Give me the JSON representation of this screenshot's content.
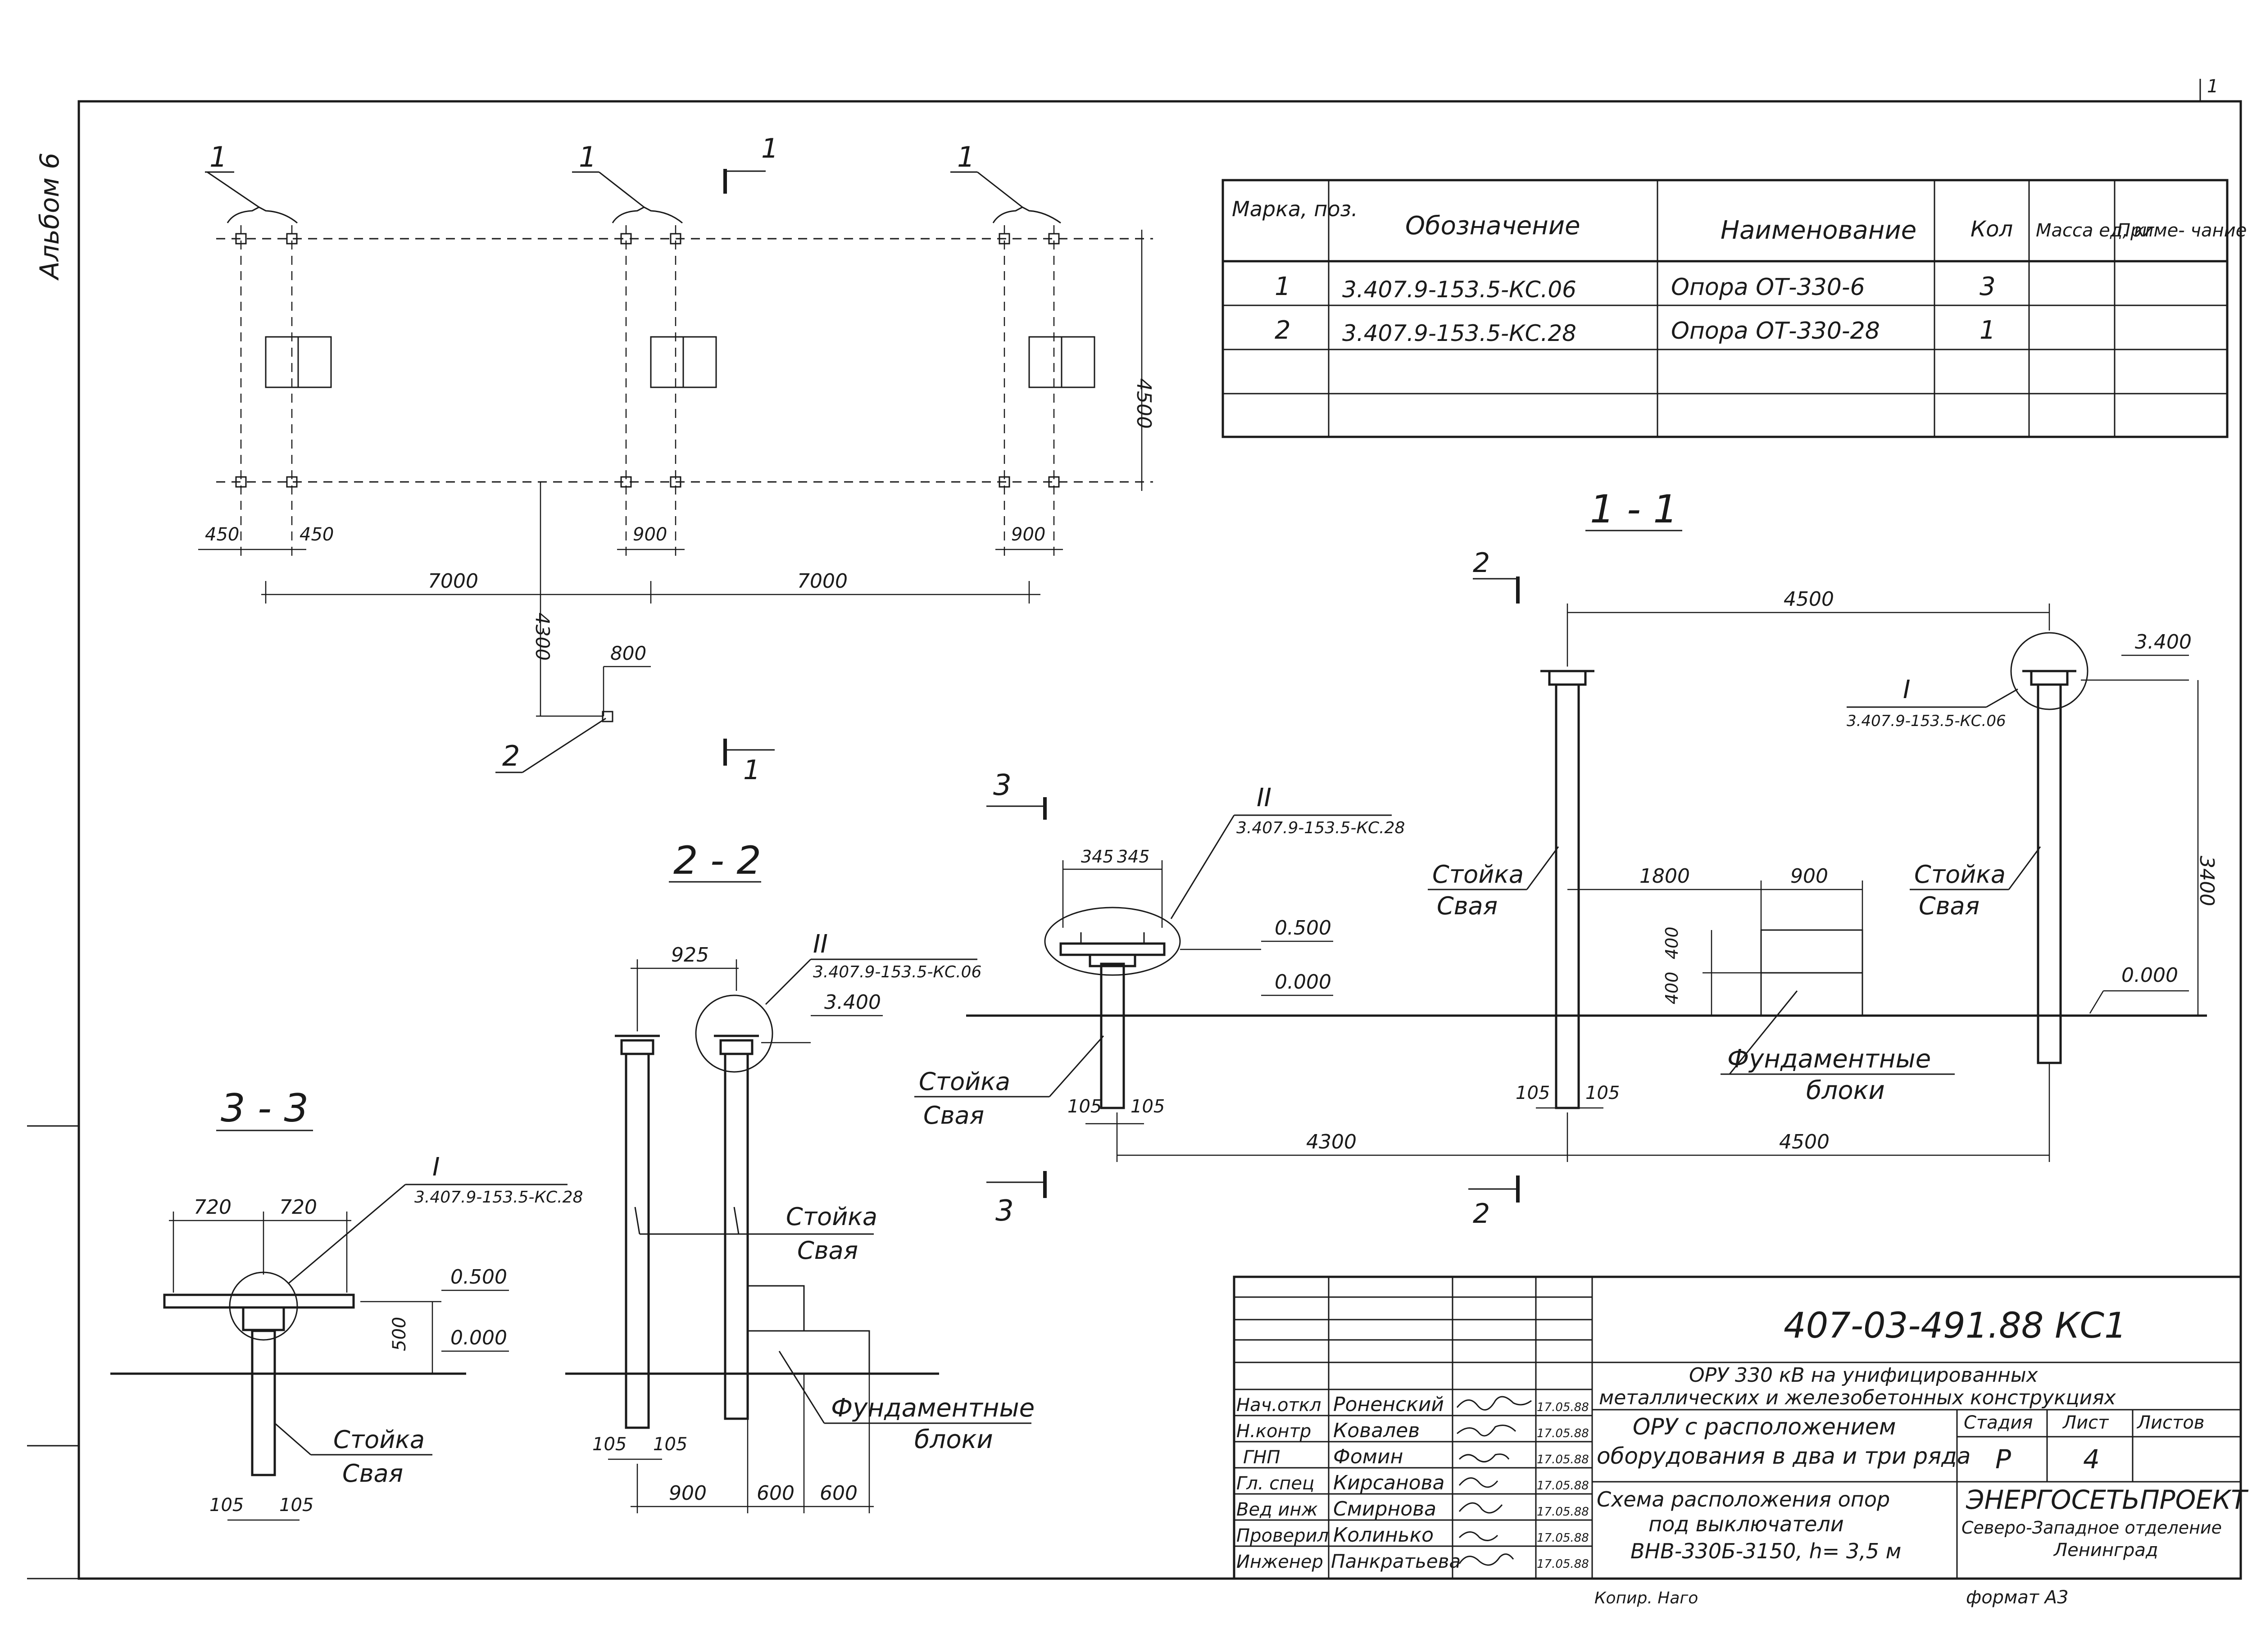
{
  "album": "Альбом 6",
  "sheet_number_corner": "1",
  "plan": {
    "mark_1": "1",
    "mark_2": "2",
    "section_mark": "1",
    "dims": {
      "d450_left": "450",
      "d450_right": "450",
      "d900_mid": "900",
      "d900_right": "900",
      "d7000_left": "7000",
      "d7000_right": "7000",
      "d4500": "4500",
      "d4300": "4300",
      "d800": "800"
    }
  },
  "spec_table": {
    "headers": [
      "Марка, поз.",
      "Обозначение",
      "Наименование",
      "Кол",
      "Масса ед, кг",
      "Приме- чание"
    ],
    "rows": [
      [
        "1",
        "3.407.9-153.5-КС.06",
        "Опора  ОТ-330-6",
        "3",
        "",
        ""
      ],
      [
        "2",
        "3.407.9-153.5-КС.28",
        "Опора  ОТ-330-28",
        "1",
        "",
        ""
      ]
    ]
  },
  "section_1_1": {
    "title": "1 - 1",
    "mark_2": "2",
    "d4500_top": "4500",
    "level_3400": "3.400",
    "callout_I": "I",
    "callout_I_ref": "3.407.9-153.5-КС.06",
    "d3400": "3400",
    "d1800": "1800",
    "d900": "900",
    "d400_top": "400",
    "d400_bottom": "400",
    "level_0000": "0.000",
    "stoika_left": "Стойка",
    "svaya_left": "Свая",
    "stoika_right": "Стойка",
    "svaya_right": "Свая",
    "blocks_label_1": "Фундаментные",
    "blocks_label_2": "блоки",
    "d105_left": "105",
    "d105_right": "105",
    "d4300_bottom": "4300",
    "d4500_bottom": "4500",
    "section_mark_bottom": "2"
  },
  "section_3": {
    "mark_top": "3",
    "mark_bottom": "3",
    "callout_II": "II",
    "callout_II_ref": "3.407.9-153.5-КС.28",
    "d345_left": "345",
    "d345_right": "345",
    "level_0500": "0.500",
    "level_0000": "0.000",
    "stoika": "Стойка",
    "svaya": "Свая",
    "d105_left": "105",
    "d105_right": "105"
  },
  "section_2_2": {
    "title": "2 - 2",
    "d925": "925",
    "callout_II": "II",
    "callout_II_ref": "3.407.9-153.5-КС.06",
    "level_3400": "3.400",
    "stoika": "Стойка",
    "svaya": "Свая",
    "blocks_label_1": "Фундаментные",
    "blocks_label_2": "блоки",
    "d105_left": "105",
    "d105_right": "105",
    "d900": "900",
    "d600_a": "600",
    "d600_b": "600"
  },
  "section_3_3": {
    "title": "3 - 3",
    "callout_I": "I",
    "callout_I_ref": "3.407.9-153.5-КС.28",
    "d720_left": "720",
    "d720_right": "720",
    "level_0500": "0.500",
    "d500": "500",
    "level_0000": "0.000",
    "stoika": "Стойка",
    "svaya": "Свая",
    "d105_left": "105",
    "d105_right": "105"
  },
  "title_block": {
    "code": "407-03-491.88  КС1",
    "project_line1": "ОРУ 330 кВ на унифицированных",
    "project_line2": "металлических и железобетонных конструкциях",
    "subtitle_line1": "ОРУ с расположением",
    "subtitle_line2": "оборудования в два и три ряда",
    "drawing_line1": "Схема расположения  опор",
    "drawing_line2": "под  выключатели",
    "drawing_line3": "ВНВ-330Б-3150,  h= 3,5 м",
    "stage_label": "Стадия",
    "sheet_label": "Лист",
    "sheets_label": "Листов",
    "stage": "Р",
    "sheet": "4",
    "org_name": "ЭНЕРГОСЕТЬПРОЕКТ",
    "org_dept": "Северо-Западное отделение",
    "org_city": "Ленинград",
    "signers": [
      {
        "role": "Нач.откл",
        "name": "Роненский",
        "date": "17.05.88"
      },
      {
        "role": "Н.контр",
        "name": "Ковалев",
        "date": "17.05.88"
      },
      {
        "role": "ГНП",
        "name": "Фомин",
        "date": "17.05.88"
      },
      {
        "role": "Гл. спец",
        "name": "Кирсанова",
        "date": "17.05.88"
      },
      {
        "role": "Вед инж",
        "name": "Смирнова",
        "date": "17.05.88"
      },
      {
        "role": "Проверил",
        "name": "Колинько",
        "date": "17.05.88"
      },
      {
        "role": "Инженер",
        "name": "Панкратьева",
        "date": "17.05.88"
      }
    ],
    "copied_label": "Копир. Наго",
    "format_label": "формат А3"
  }
}
